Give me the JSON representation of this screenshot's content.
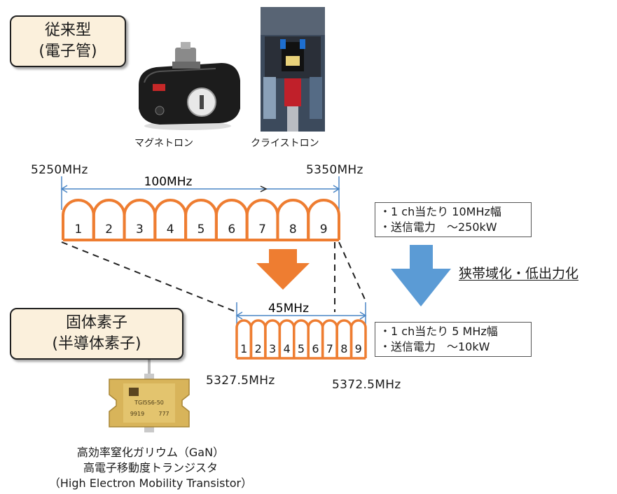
{
  "conventional": {
    "line1": "従来型",
    "line2": "(電子管)"
  },
  "magnetron_label": "マグネトロン",
  "klystron_label": "クライストロン",
  "wide_band": {
    "start": "5250MHz",
    "end": "5350MHz",
    "width": "100MHz",
    "channels": [
      "1",
      "2",
      "3",
      "4",
      "5",
      "6",
      "7",
      "8",
      "9"
    ]
  },
  "wide_info": {
    "line1": "・1 ch当たり 10MHz幅",
    "line2": "・送信電力　～250kW"
  },
  "narrow_label": "狭帯域化・低出力化",
  "narrow_band": {
    "width": "45MHz",
    "start": "5327.5MHz",
    "end": "5372.5MHz",
    "channels": [
      "1",
      "2",
      "3",
      "4",
      "5",
      "6",
      "7",
      "8",
      "9"
    ]
  },
  "narrow_info": {
    "line1": "・1 ch当たり 5 MHz幅",
    "line2": "・送信電力　～10kW"
  },
  "solid_state": {
    "line1": "固体素子",
    "line2": "(半導体素子)"
  },
  "chip_text": {
    "line1": "TGI5S6-50",
    "line2": "9919",
    "line3": "777"
  },
  "transistor": {
    "line1": "高効率窒化ガリウム（GaN）",
    "line2": "高電子移動度トランジスタ",
    "line3": "（High Electron Mobility Transistor）"
  },
  "colors": {
    "orange": "#ee7d31",
    "blue": "#5b9bd5",
    "blue_dim_line": "#4a86c6"
  }
}
